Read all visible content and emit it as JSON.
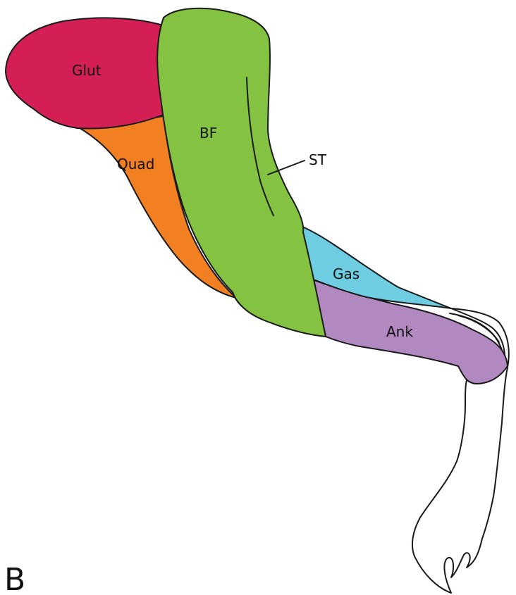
{
  "panel_label": "B",
  "labels": {
    "glut": "Glut",
    "bf": "BF",
    "quad": "Quad",
    "st": "ST",
    "gas": "Gas",
    "ank": "Ank"
  },
  "colors": {
    "glut": "#D31F54",
    "quad": "#F27F22",
    "bf": "#83C341",
    "gas": "#6FCDE2",
    "ank": "#B288C0",
    "outline": "#1a1a1a"
  }
}
